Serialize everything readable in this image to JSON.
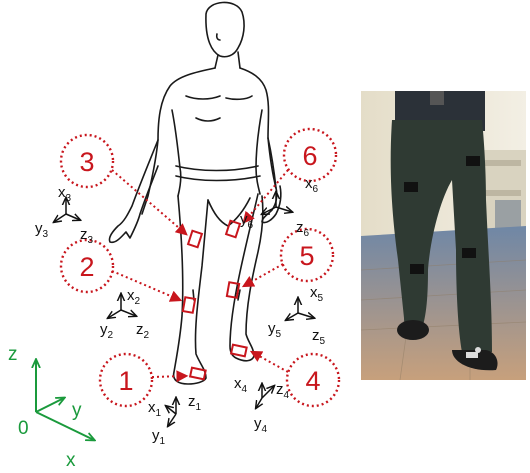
{
  "sensors": [
    {
      "id": "1",
      "axes": {
        "x": "x",
        "x_sub": "1",
        "y": "y",
        "y_sub": "1",
        "z": "z",
        "z_sub": "1"
      }
    },
    {
      "id": "2",
      "axes": {
        "x": "x",
        "x_sub": "2",
        "y": "y",
        "y_sub": "2",
        "z": "z",
        "z_sub": "2"
      }
    },
    {
      "id": "3",
      "axes": {
        "x": "x",
        "x_sub": "3",
        "y": "y",
        "y_sub": "3",
        "z": "z",
        "z_sub": "3"
      }
    },
    {
      "id": "4",
      "axes": {
        "x": "x",
        "x_sub": "4",
        "y": "y",
        "y_sub": "4",
        "z": "z",
        "z_sub": "4"
      }
    },
    {
      "id": "5",
      "axes": {
        "x": "x",
        "x_sub": "5",
        "y": "y",
        "y_sub": "5",
        "z": "z",
        "z_sub": "5"
      }
    },
    {
      "id": "6",
      "axes": {
        "x": "x",
        "x_sub": "6",
        "y": "y",
        "y_sub": "6",
        "z": "z",
        "z_sub": "6"
      }
    }
  ],
  "global_frame": {
    "z": "z",
    "y": "y",
    "x": "x",
    "origin": "0"
  },
  "colors": {
    "sensor_red": "#c8161d",
    "frame_green": "#1a9a3c",
    "outline": "#1a1a1a"
  },
  "photo": {
    "description_icon": "photo-walking-legs-with-sensors"
  }
}
